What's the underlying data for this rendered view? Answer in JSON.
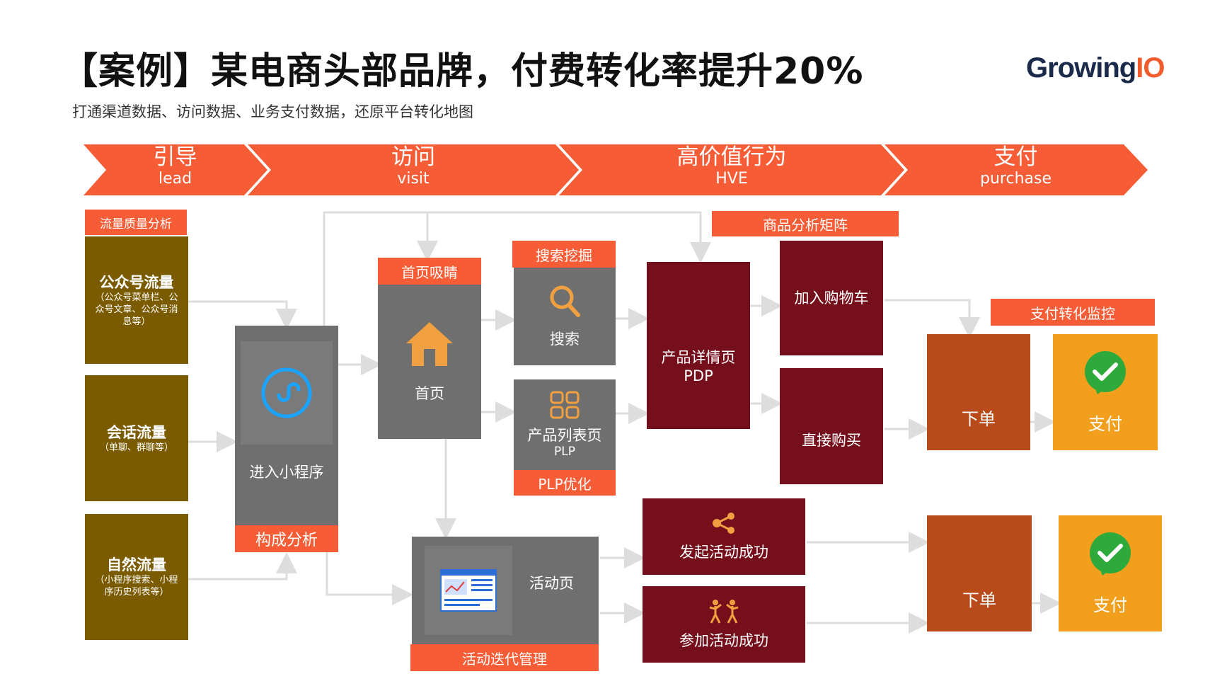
{
  "title": "【案例】某电商头部品牌，付费转化率提升20%",
  "subtitle": "打通渠道数据、访问数据、业务支付数据，还原平台转化地图",
  "logo": {
    "main": "Growing",
    "accent": "IO"
  },
  "stages": [
    {
      "cn": "引导",
      "en": "lead"
    },
    {
      "cn": "访问",
      "en": "visit"
    },
    {
      "cn": "高价值行为",
      "en": "HVE"
    },
    {
      "cn": "支付",
      "en": "purchase"
    }
  ],
  "tags": {
    "traffic_quality": "流量质量分析",
    "home_attract": "首页吸睛",
    "search_mining": "搜索挖掘",
    "product_matrix": "商品分析矩阵",
    "pay_monitor": "支付转化监控",
    "composition": "构成分析",
    "plp_opt": "PLP优化",
    "activity_iter": "活动迭代管理"
  },
  "sources": [
    {
      "title": "公众号流量",
      "note": "（公众号菜单栏、公众号文章、公众号消息等）"
    },
    {
      "title": "会话流量",
      "note": "（单聊、群聊等）"
    },
    {
      "title": "自然流量",
      "note": "（小程序搜索、小程序历史列表等）"
    }
  ],
  "nodes": {
    "miniprogram": "进入小程序",
    "home": "首页",
    "search": "搜索",
    "plp": "产品列表页",
    "plp_en": "PLP",
    "pdp": "产品详情页",
    "pdp_en": "PDP",
    "add_cart": "加入购物车",
    "direct_buy": "直接购买",
    "activity": "活动页",
    "launch_success": "发起活动成功",
    "join_success": "参加活动成功",
    "order_1": "下单",
    "pay_1": "支付",
    "order_2": "下单",
    "pay_2": "支付"
  },
  "colors": {
    "stage_arrow": "#f65d36",
    "tag": "#f65d36",
    "source_box": "#7b5b00",
    "gray_box": "#6f6f6f",
    "maroon_box": "#760f1c",
    "order_box": "#b94a1a",
    "pay_box": "#f19f1c"
  }
}
